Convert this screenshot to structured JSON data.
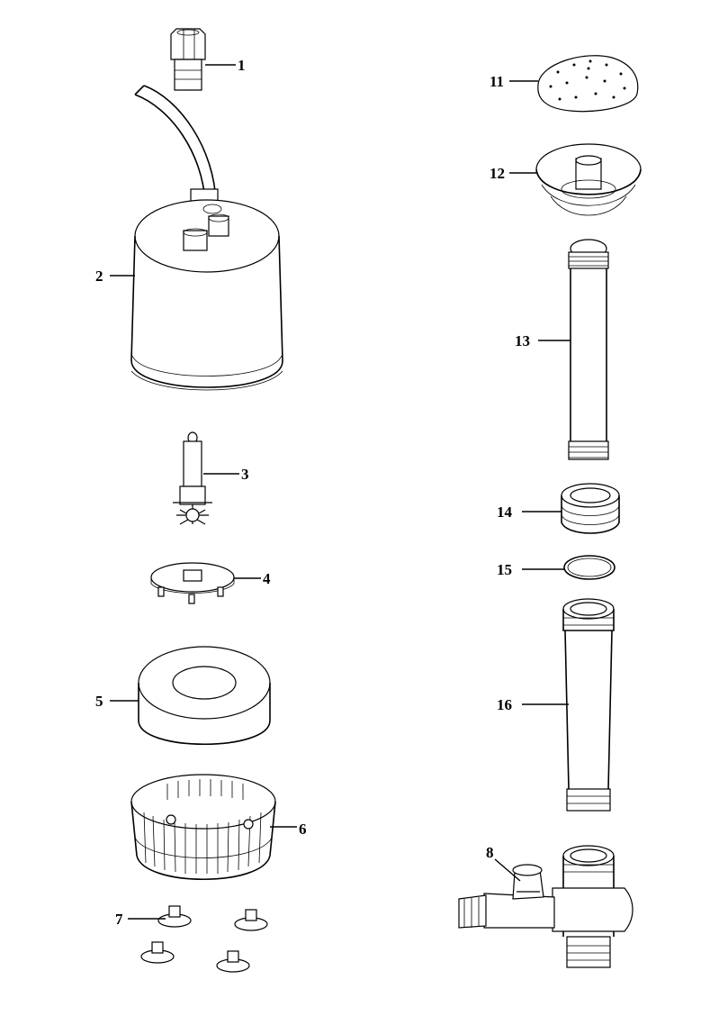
{
  "parts": [
    {
      "id": "part-1",
      "label": "1"
    },
    {
      "id": "part-2",
      "label": "2"
    },
    {
      "id": "part-3",
      "label": "3"
    },
    {
      "id": "part-4",
      "label": "4"
    },
    {
      "id": "part-5",
      "label": "5"
    },
    {
      "id": "part-6",
      "label": "6"
    },
    {
      "id": "part-7",
      "label": "7"
    },
    {
      "id": "part-8",
      "label": "8"
    },
    {
      "id": "part-11",
      "label": "11"
    },
    {
      "id": "part-12",
      "label": "12"
    },
    {
      "id": "part-13",
      "label": "13"
    },
    {
      "id": "part-14",
      "label": "14"
    },
    {
      "id": "part-15",
      "label": "15"
    },
    {
      "id": "part-16",
      "label": "16"
    }
  ]
}
